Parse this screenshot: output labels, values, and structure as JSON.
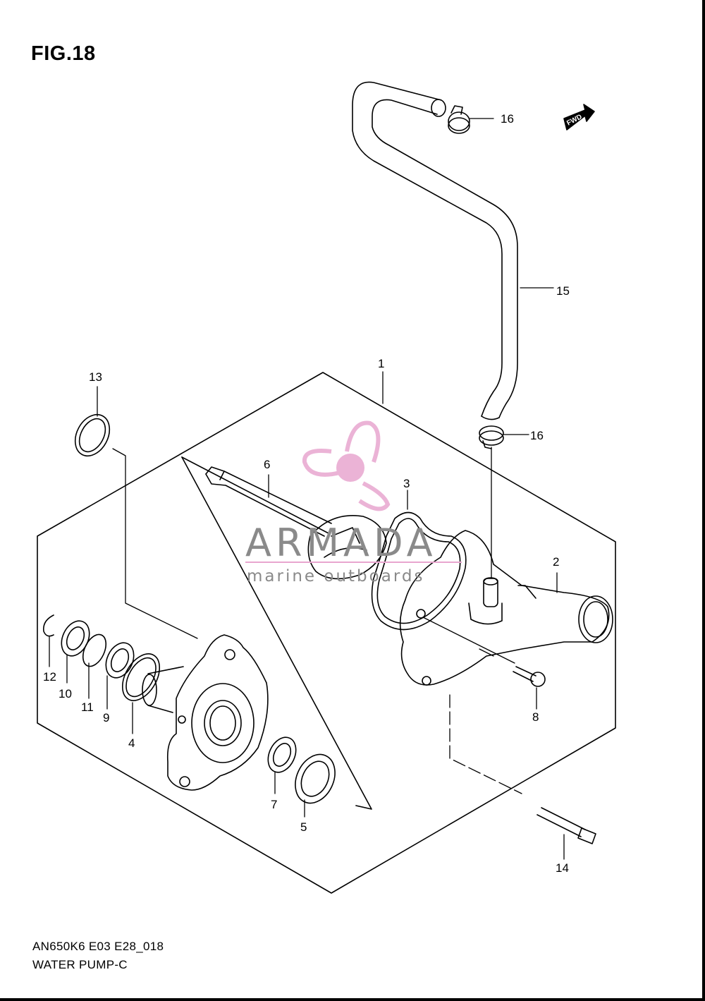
{
  "figure": {
    "title": "FIG.18",
    "model_code": "AN650K6 E03 E28_018",
    "section_title": "WATER PUMP-C"
  },
  "direction_badge": {
    "label": "FWD",
    "icon": "forward-arrow-icon"
  },
  "watermark": {
    "brand": "ARMADA",
    "subtitle": "marine outboards",
    "logo_icon": "propeller-logo-icon",
    "logo_color": "#e8a6cf"
  },
  "callouts": {
    "c1": "1",
    "c2": "2",
    "c3": "3",
    "c4": "4",
    "c5": "5",
    "c6": "6",
    "c7": "7",
    "c8": "8",
    "c9": "9",
    "c10": "10",
    "c11": "11",
    "c12": "12",
    "c13": "13",
    "c14": "14",
    "c15": "15",
    "c16a": "16",
    "c16b": "16"
  },
  "colors": {
    "line": "#000000",
    "background": "#ffffff",
    "watermark_text": "#8a8a8a"
  }
}
